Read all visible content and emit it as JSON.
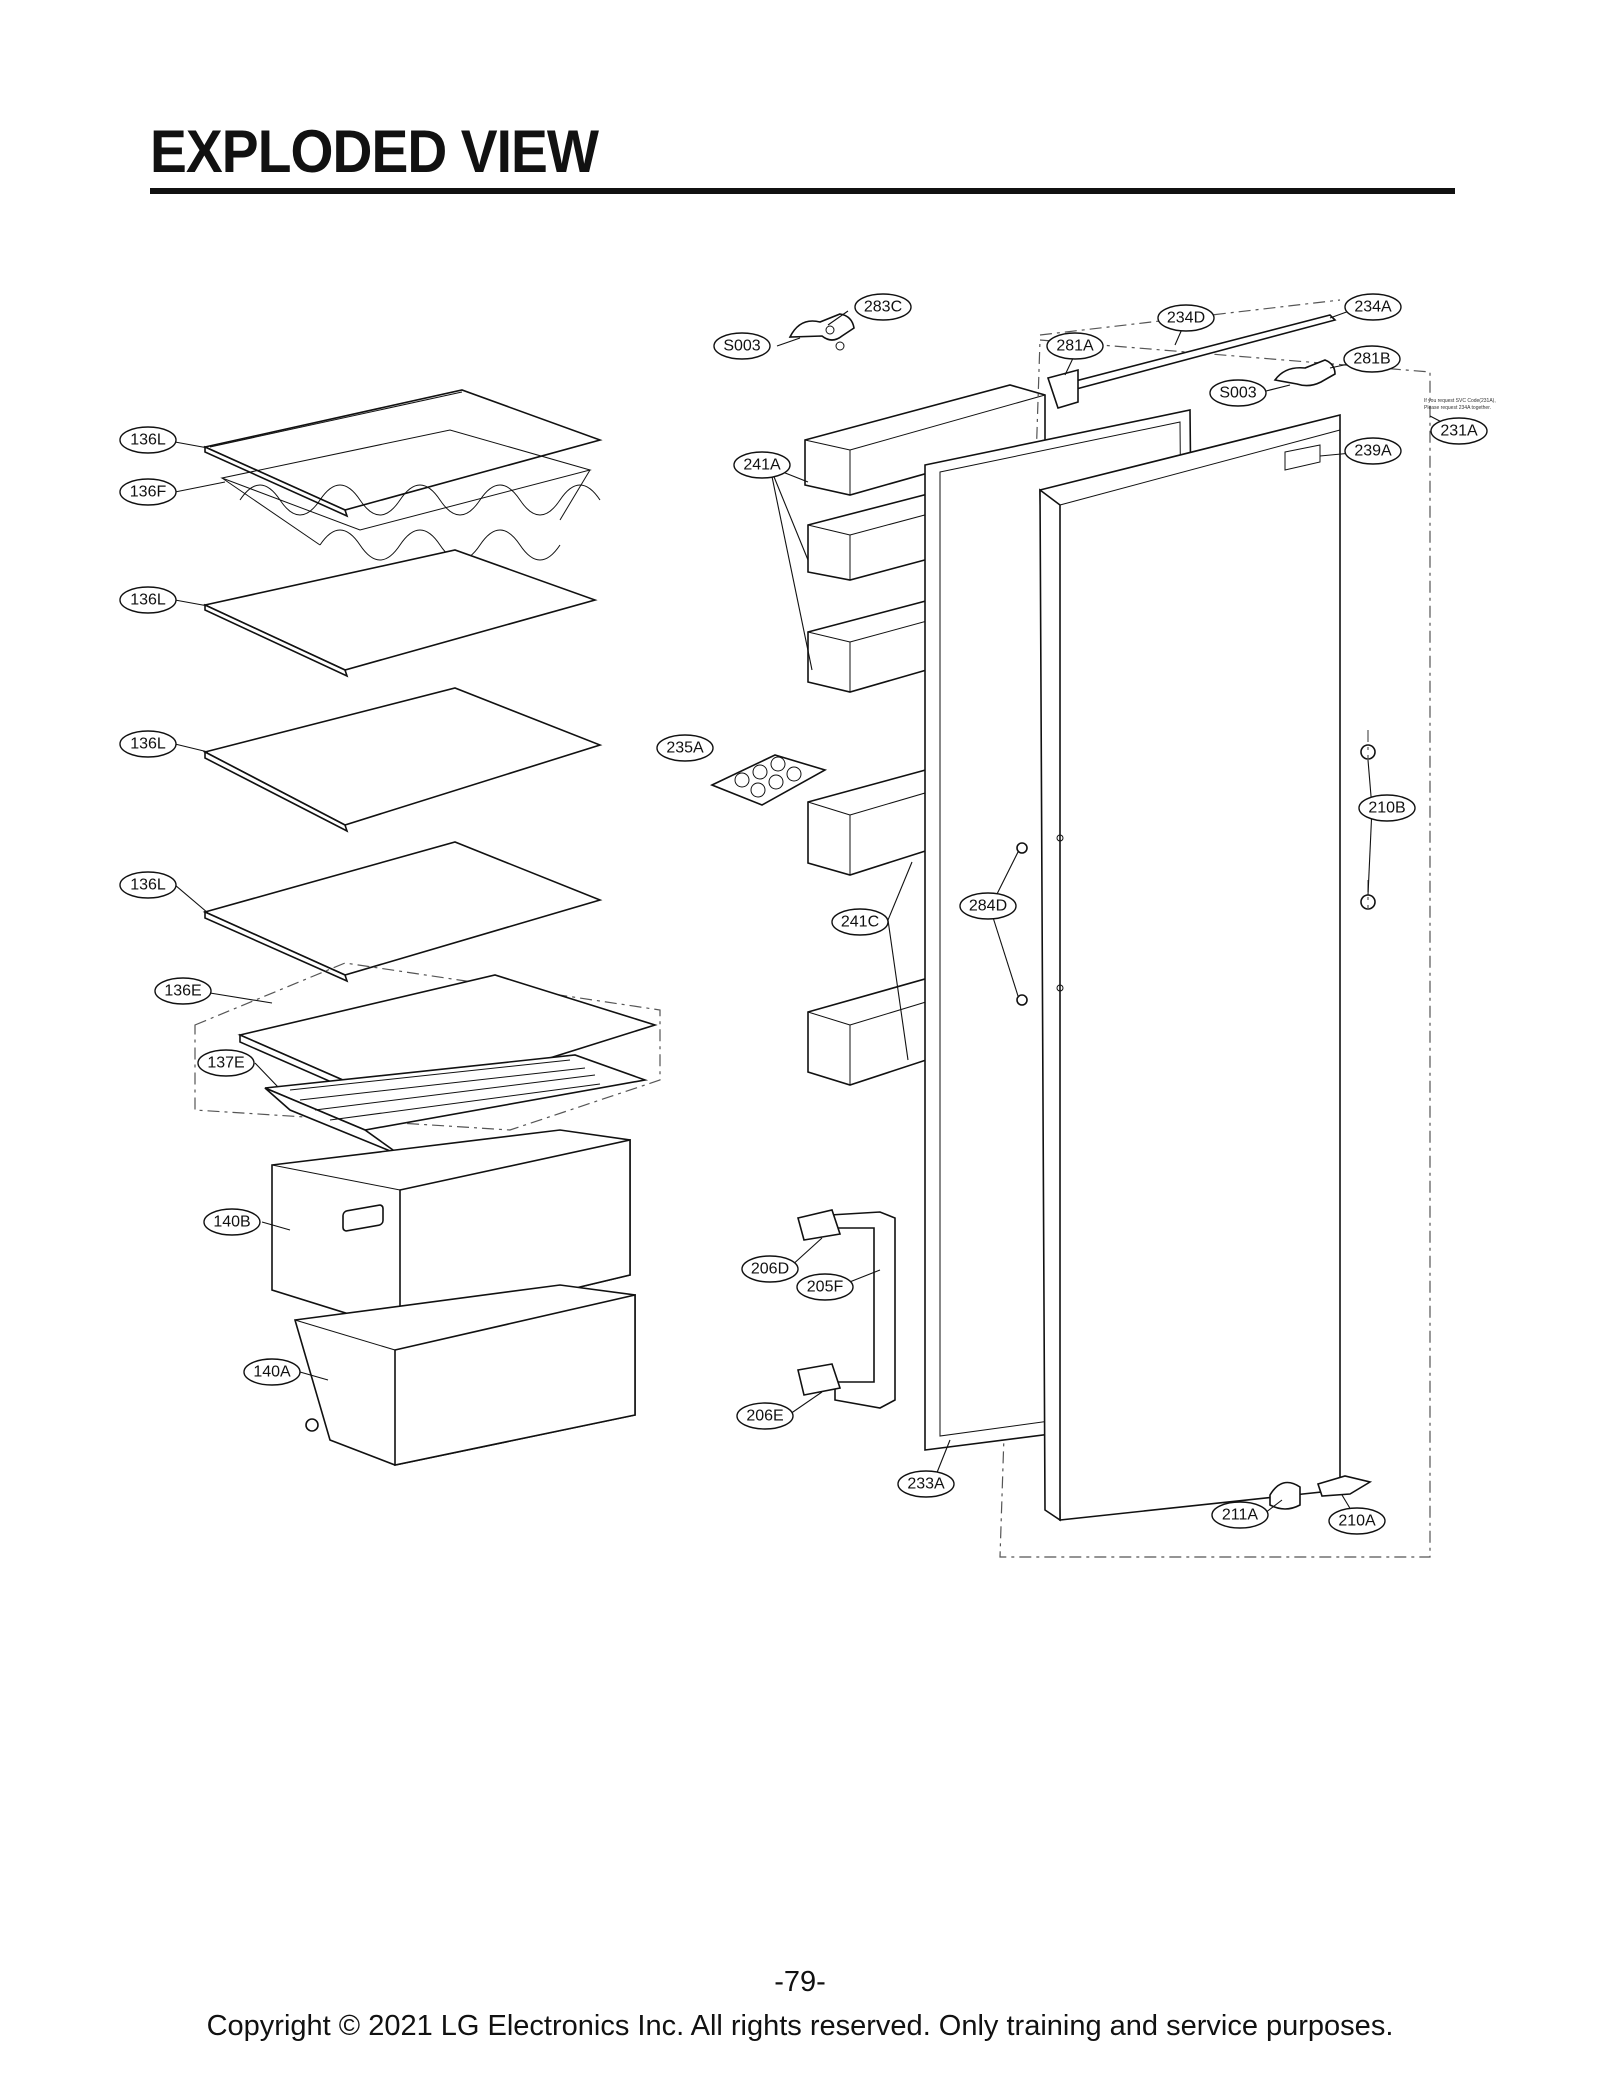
{
  "header": {
    "title": "EXPLODED VIEW"
  },
  "footer": {
    "page_number": "-79-",
    "copyright": "Copyright © 2021 LG Electronics Inc. All rights reserved. Only training and service purposes."
  },
  "note_231A": [
    "If you request SVC Code(231A),",
    "Please request 234A together."
  ],
  "labels": {
    "shelf_1": "136L",
    "wine_rack": "136F",
    "shelf_2": "136L",
    "shelf_3": "136L",
    "shelf_4": "136L",
    "cover_assy": "136E",
    "tray": "137E",
    "drawer_upper": "140B",
    "drawer_lower": "140A",
    "hinge_top_screw": "S003",
    "hinge_top": "283C",
    "door_cap": "281A",
    "door_cap_top": "234D",
    "door_top_assy": "234A",
    "hinge_door": "281B",
    "hinge_door_screw": "S003",
    "door_assy": "231A",
    "door_label": "239A",
    "basket_upper": "241A",
    "egg_tray": "235A",
    "door_stopper": "210B",
    "pin": "284D",
    "basket_lower": "241C",
    "handle_cap_top": "206D",
    "handle": "205F",
    "handle_cap_bottom": "206E",
    "gasket": "233A",
    "hinge_bottom_cover": "211A",
    "hinge_bottom": "210A"
  }
}
